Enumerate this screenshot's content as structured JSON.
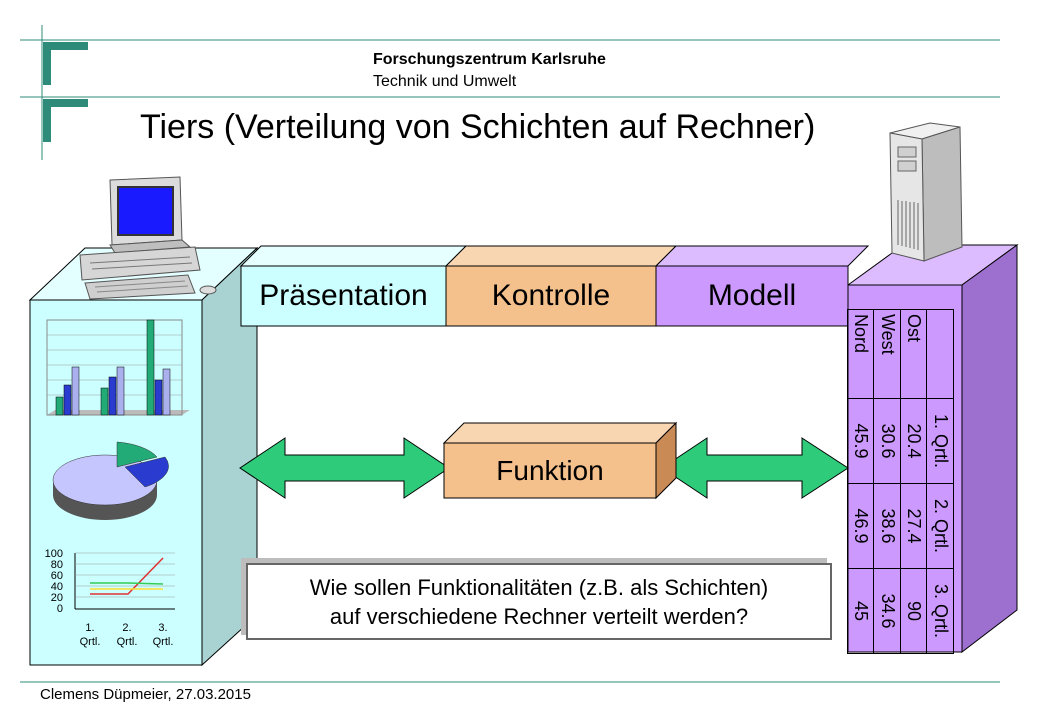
{
  "header": {
    "organization": "Forschungszentrum Karlsruhe",
    "subtitle": "Technik und Umwelt"
  },
  "slide": {
    "title": "Tiers (Verteilung von Schichten auf Rechner)"
  },
  "layers": {
    "presentation": "Präsentation",
    "control": "Kontrolle",
    "model": "Modell",
    "function": "Funktion"
  },
  "question": {
    "line1": "Wie sollen Funktionalitäten (z.B. als Schichten)",
    "line2": "auf verschiedene Rechner verteilt werden?"
  },
  "server_table": {
    "columns": [
      "1. Qrtl.",
      "2. Qrtl.",
      "3. Qrtl."
    ],
    "rows": [
      {
        "label": "Ost",
        "values": [
          "20.4",
          "27.4",
          "90"
        ]
      },
      {
        "label": "West",
        "values": [
          "30.6",
          "38.6",
          "34.6"
        ]
      },
      {
        "label": "Nord",
        "values": [
          "45.9",
          "46.9",
          "45"
        ]
      }
    ]
  },
  "line_chart": {
    "y_ticks": [
      "100",
      "80",
      "60",
      "40",
      "20",
      "0"
    ],
    "x_labels": [
      [
        "1.",
        "Qrtl."
      ],
      [
        "2.",
        "Qrtl."
      ],
      [
        "3.",
        "Qrtl."
      ]
    ]
  },
  "colors": {
    "presentation": "#ccffff",
    "control": "#f4c08c",
    "model": "#cc99ff",
    "client_box": "#ccffff",
    "server_box": "#cc99ff",
    "arrow": "#2ecc7a",
    "logo": "#2e8b7a"
  },
  "footer": {
    "author_date": "Clemens Düpmeier, 27.03.2015"
  }
}
